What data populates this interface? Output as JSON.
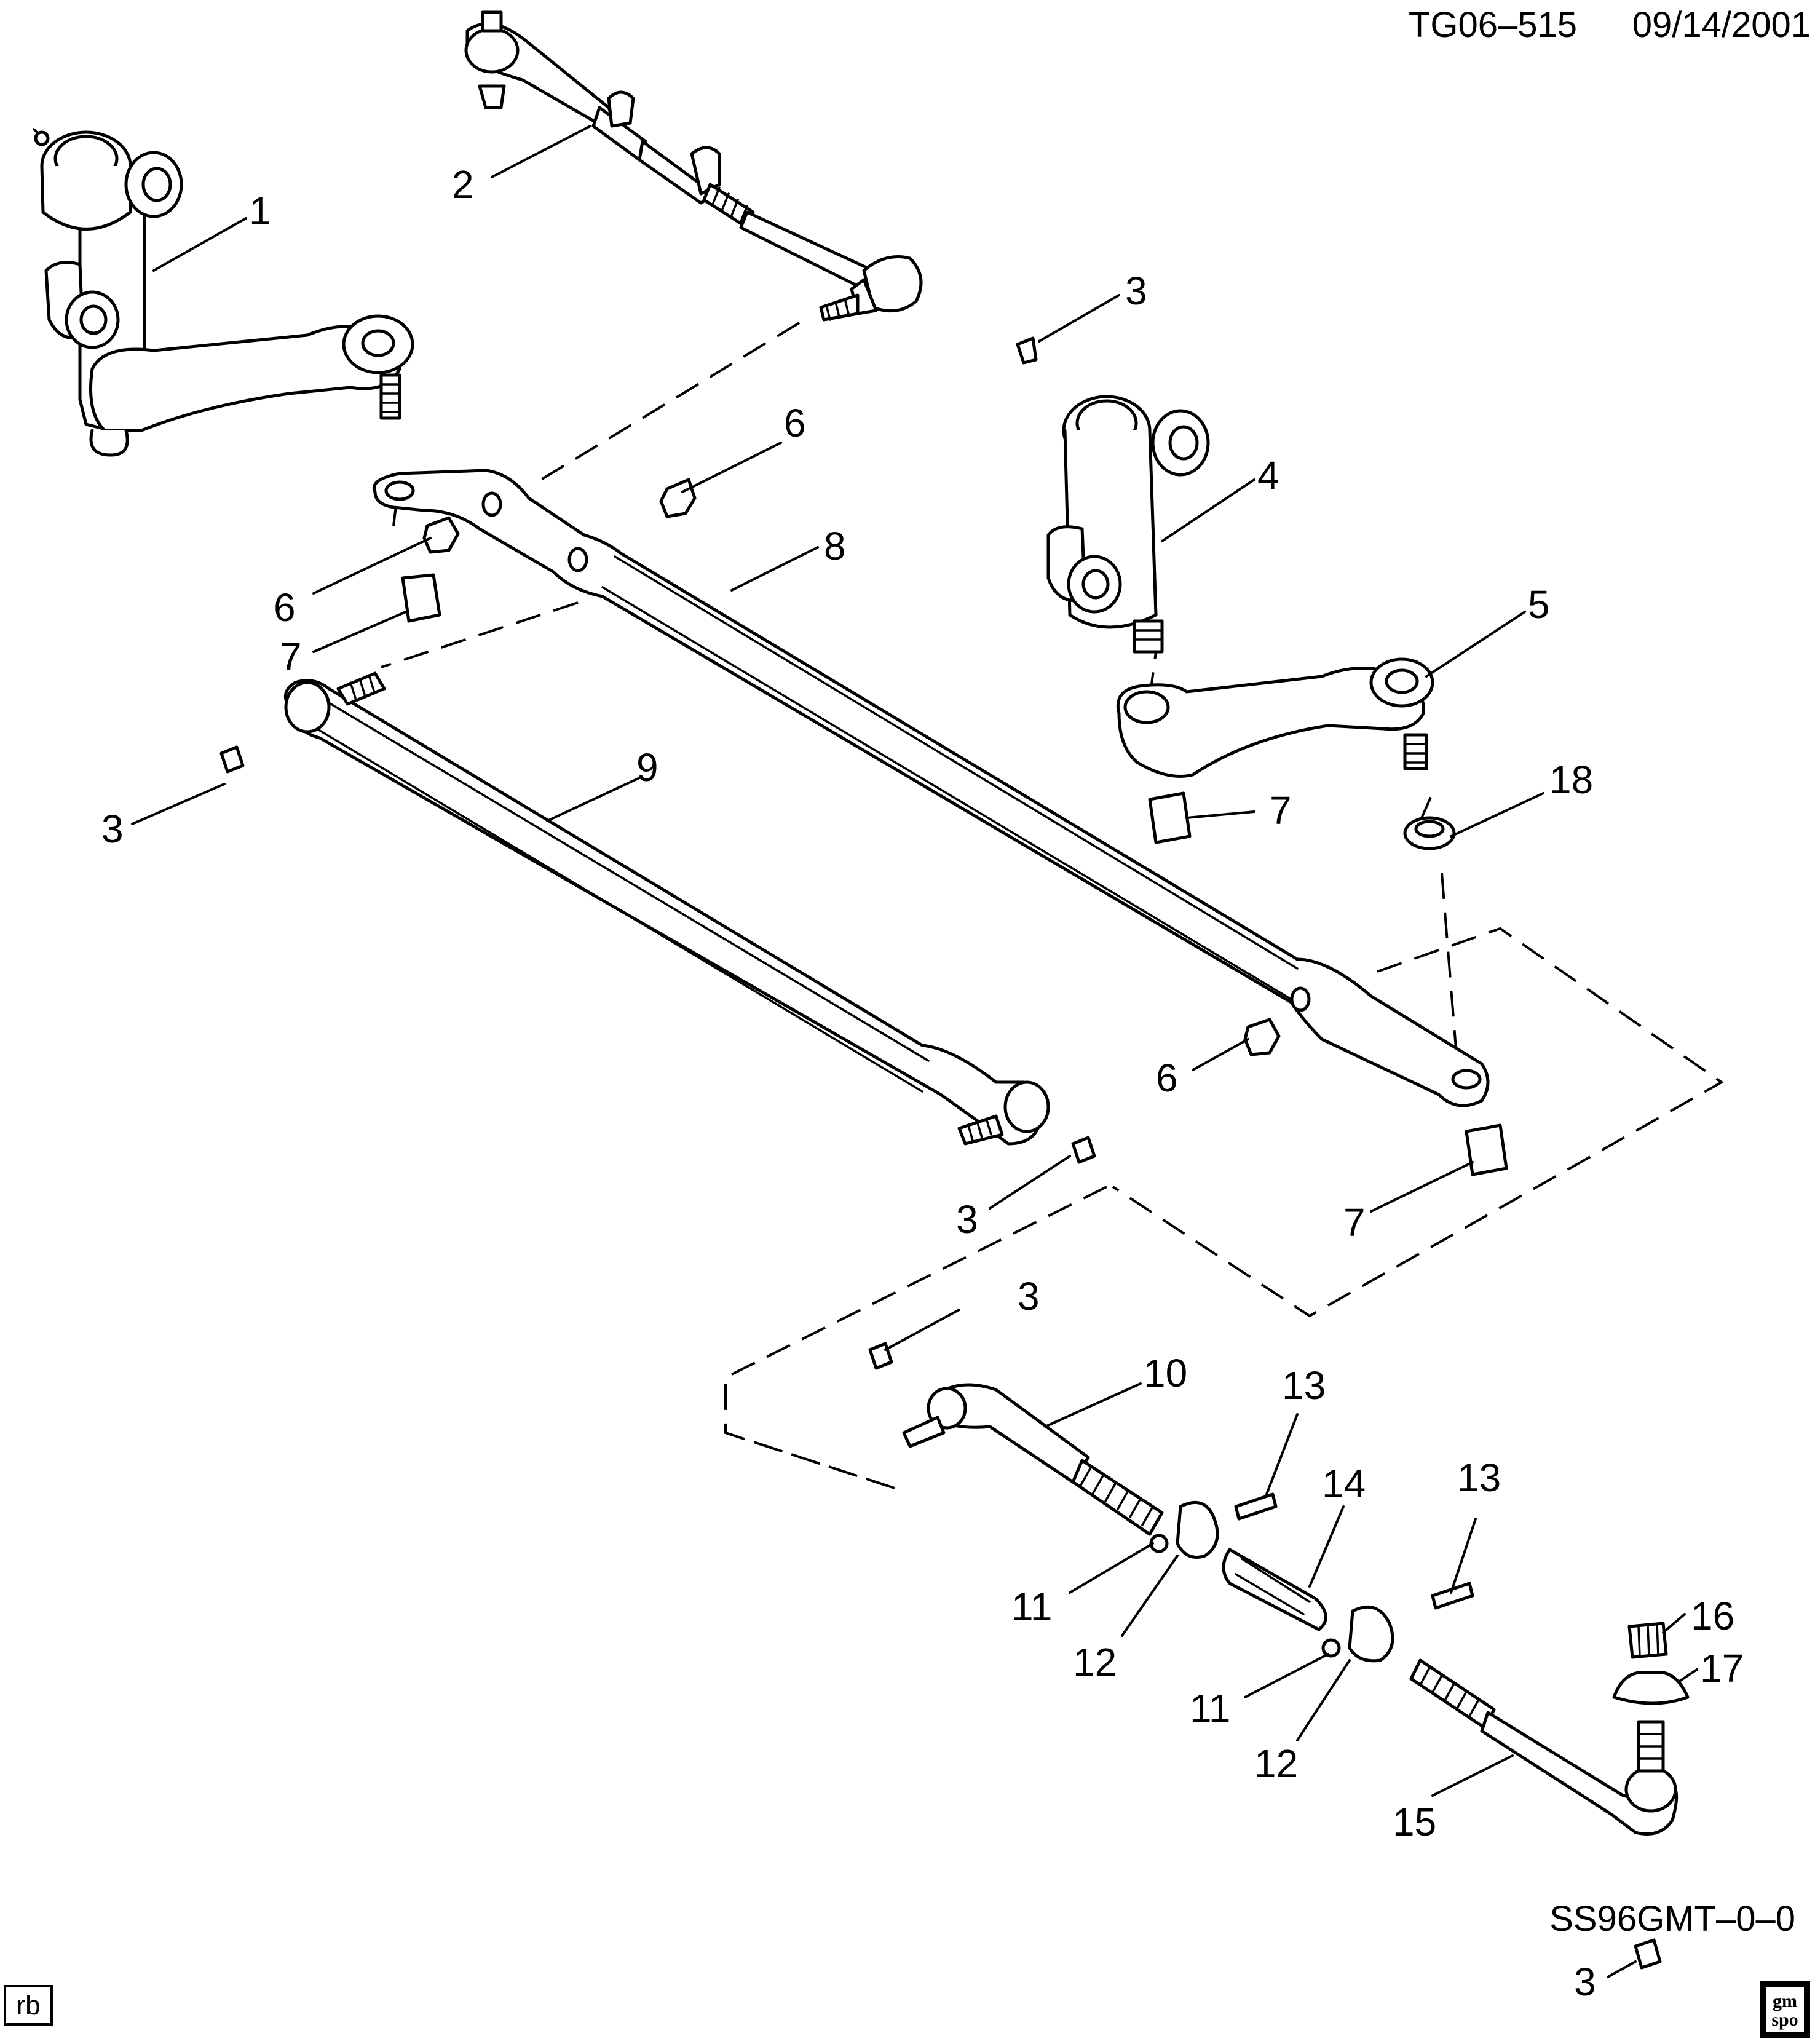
{
  "header": {
    "diagram_code": "TG06–515",
    "date": "09/14/2001"
  },
  "footer": {
    "reference_code": "SS96GMT–0–0",
    "author_initials": "rb"
  },
  "logo": {
    "line1": "gm",
    "line2": "spo"
  },
  "callouts": [
    {
      "id": "c1",
      "label": "1"
    },
    {
      "id": "c2",
      "label": "2"
    },
    {
      "id": "c3a",
      "label": "3"
    },
    {
      "id": "c3b",
      "label": "3"
    },
    {
      "id": "c3c",
      "label": "3"
    },
    {
      "id": "c3d",
      "label": "3"
    },
    {
      "id": "c3e",
      "label": "3"
    },
    {
      "id": "c4",
      "label": "4"
    },
    {
      "id": "c5",
      "label": "5"
    },
    {
      "id": "c6a",
      "label": "6"
    },
    {
      "id": "c6b",
      "label": "6"
    },
    {
      "id": "c6c",
      "label": "6"
    },
    {
      "id": "c7a",
      "label": "7"
    },
    {
      "id": "c7b",
      "label": "7"
    },
    {
      "id": "c7c",
      "label": "7"
    },
    {
      "id": "c8",
      "label": "8"
    },
    {
      "id": "c9",
      "label": "9"
    },
    {
      "id": "c10",
      "label": "10"
    },
    {
      "id": "c11a",
      "label": "11"
    },
    {
      "id": "c11b",
      "label": "11"
    },
    {
      "id": "c12a",
      "label": "12"
    },
    {
      "id": "c12b",
      "label": "12"
    },
    {
      "id": "c13a",
      "label": "13"
    },
    {
      "id": "c13b",
      "label": "13"
    },
    {
      "id": "c14",
      "label": "14"
    },
    {
      "id": "c15",
      "label": "15"
    },
    {
      "id": "c16",
      "label": "16"
    },
    {
      "id": "c17",
      "label": "17"
    },
    {
      "id": "c18",
      "label": "18"
    }
  ]
}
